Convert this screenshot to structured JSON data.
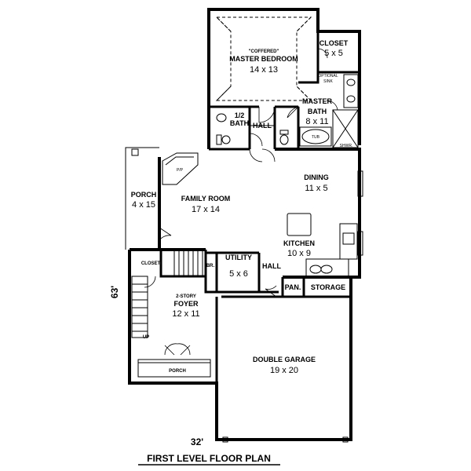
{
  "rooms": {
    "master_bedroom": {
      "note": "\"COFFERED\"",
      "name": "MASTER BEDROOM",
      "dim": "14 x 13"
    },
    "closet_master": {
      "name": "CLOSET",
      "dim": "5 x 5"
    },
    "optional_sink": {
      "line1": "OPTIONAL",
      "line2": "SINK"
    },
    "master_bath": {
      "line1": "MASTER",
      "line2": "BATH",
      "dim": "8 x 11"
    },
    "tub": "TUB",
    "shower": "SHWR.",
    "half_bath": {
      "line1": "1/2",
      "line2": "BATH"
    },
    "hall_upper": "HALL",
    "pantry_pp": "P/P",
    "porch_side": {
      "name": "PORCH",
      "dim": "4 x 15"
    },
    "family_room": {
      "name": "FAMILY ROOM",
      "dim": "17 x 14"
    },
    "dining": {
      "name": "DINING",
      "dim": "11 x 5"
    },
    "kitchen": {
      "name": "KITCHEN",
      "dim": "10 x 9"
    },
    "closet_foyer": "CLOSET",
    "br": "BR.",
    "utility": {
      "name": "UTILITY",
      "dim": "5 x 6"
    },
    "hall_lower": "HALL",
    "pan": "PAN.",
    "storage": "STORAGE",
    "foyer": {
      "note": "2-STORY",
      "name": "FOYER",
      "dim": "12 x 11"
    },
    "stair_up": "UP",
    "porch_front": "PORCH",
    "garage": {
      "name": "DOUBLE GARAGE",
      "dim": "19 x 20"
    }
  },
  "dimensions": {
    "depth": "63'",
    "width": "32'"
  },
  "title": "FIRST LEVEL FLOOR PLAN"
}
